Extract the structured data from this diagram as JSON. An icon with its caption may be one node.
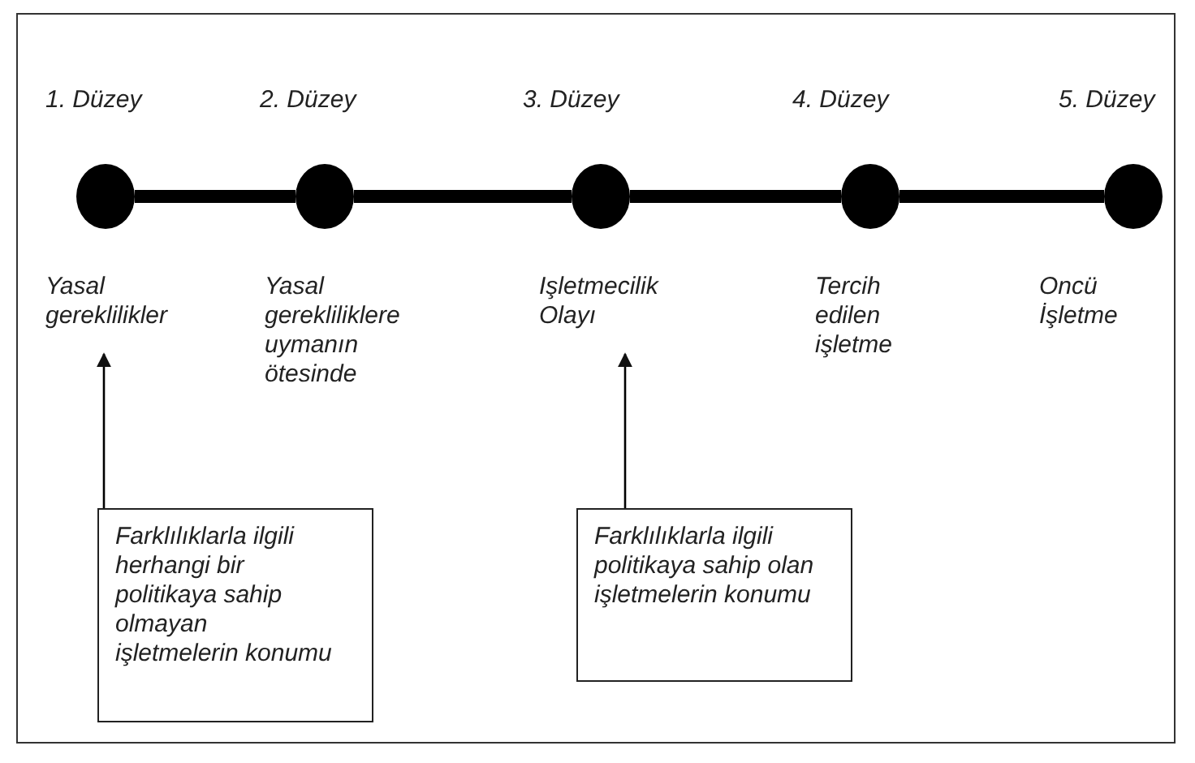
{
  "diagram": {
    "nodes": [
      {
        "text": [],
        "shape": "circle",
        "beside": [
          "1. Düzey",
          "Yasal gereklilikler"
        ]
      },
      {
        "text": [],
        "shape": "circle",
        "beside": [
          "2. Düzey",
          "Yasal gerekliliklere uymanın ötesinde"
        ]
      },
      {
        "text": [],
        "shape": "circle",
        "beside": [
          "3. Düzey",
          "Işletmecilik Olayı"
        ]
      },
      {
        "text": [],
        "shape": "circle",
        "beside": [
          "4. Düzey",
          "Tercih edilen işletme"
        ]
      },
      {
        "text": [],
        "shape": "circle",
        "beside": [
          "5. Düzey",
          "Oncü İşletme"
        ]
      },
      {
        "text": [
          "Farklılıklarla ilgili herhangi bir politikaya sahip olmayan işletmelerin konumu"
        ]
      },
      {
        "text": [
          "Farklılıklarla ilgili politikaya sahip olan işletmelerin konumu"
        ]
      }
    ],
    "edges": [
      {
        "from": 0,
        "to": 1,
        "arrow": "none"
      },
      {
        "from": 1,
        "to": 2,
        "arrow": "none"
      },
      {
        "from": 2,
        "to": 3,
        "arrow": "none"
      },
      {
        "from": 3,
        "to": 4,
        "arrow": "none"
      },
      {
        "from": 5,
        "to": 0,
        "arrow": "to"
      },
      {
        "from": 6,
        "to": 2,
        "arrow": "to"
      }
    ]
  }
}
